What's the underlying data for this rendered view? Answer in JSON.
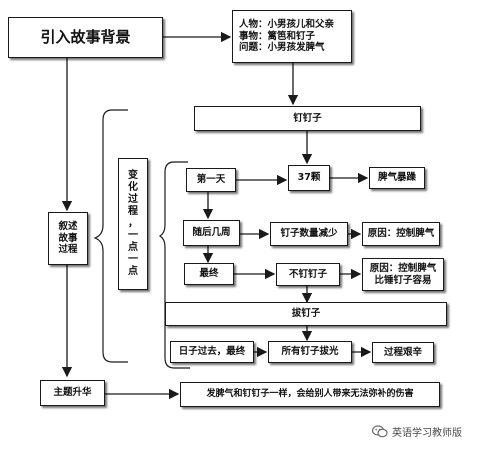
{
  "nodes": {
    "intro": "引入故事背景",
    "background": [
      "人物：小男孩儿和父亲",
      "事物：篱笆和钉子",
      "问题：小男孩发脾气"
    ],
    "nail_in": "钉钉子",
    "day_one": "第一天",
    "count_37": "37颗",
    "temper": "脾气暴躁",
    "weeks_later": "随后几周",
    "nails_fewer": "钉子数量减少",
    "reason_control": "原因：控制脾气",
    "finally": "最终",
    "no_nails": "不钉钉子",
    "reason_easier": [
      "原因：控制脾气",
      "比锤钉子容易"
    ],
    "pull_out": "拔钉子",
    "days_pass": "日子过去，最终",
    "all_pulled": "所有钉子拔光",
    "hard_process": "过程艰辛",
    "narrate": [
      "叙述",
      "故事",
      "过程"
    ],
    "change_process": [
      "变",
      "化",
      "过",
      "程",
      "，",
      "一",
      "点",
      "一",
      "点"
    ],
    "theme": "主题升华",
    "lesson": "发脾气和钉钉子一样，会给别人带来无法弥补的伤害"
  },
  "watermark": "英语学习教师版"
}
